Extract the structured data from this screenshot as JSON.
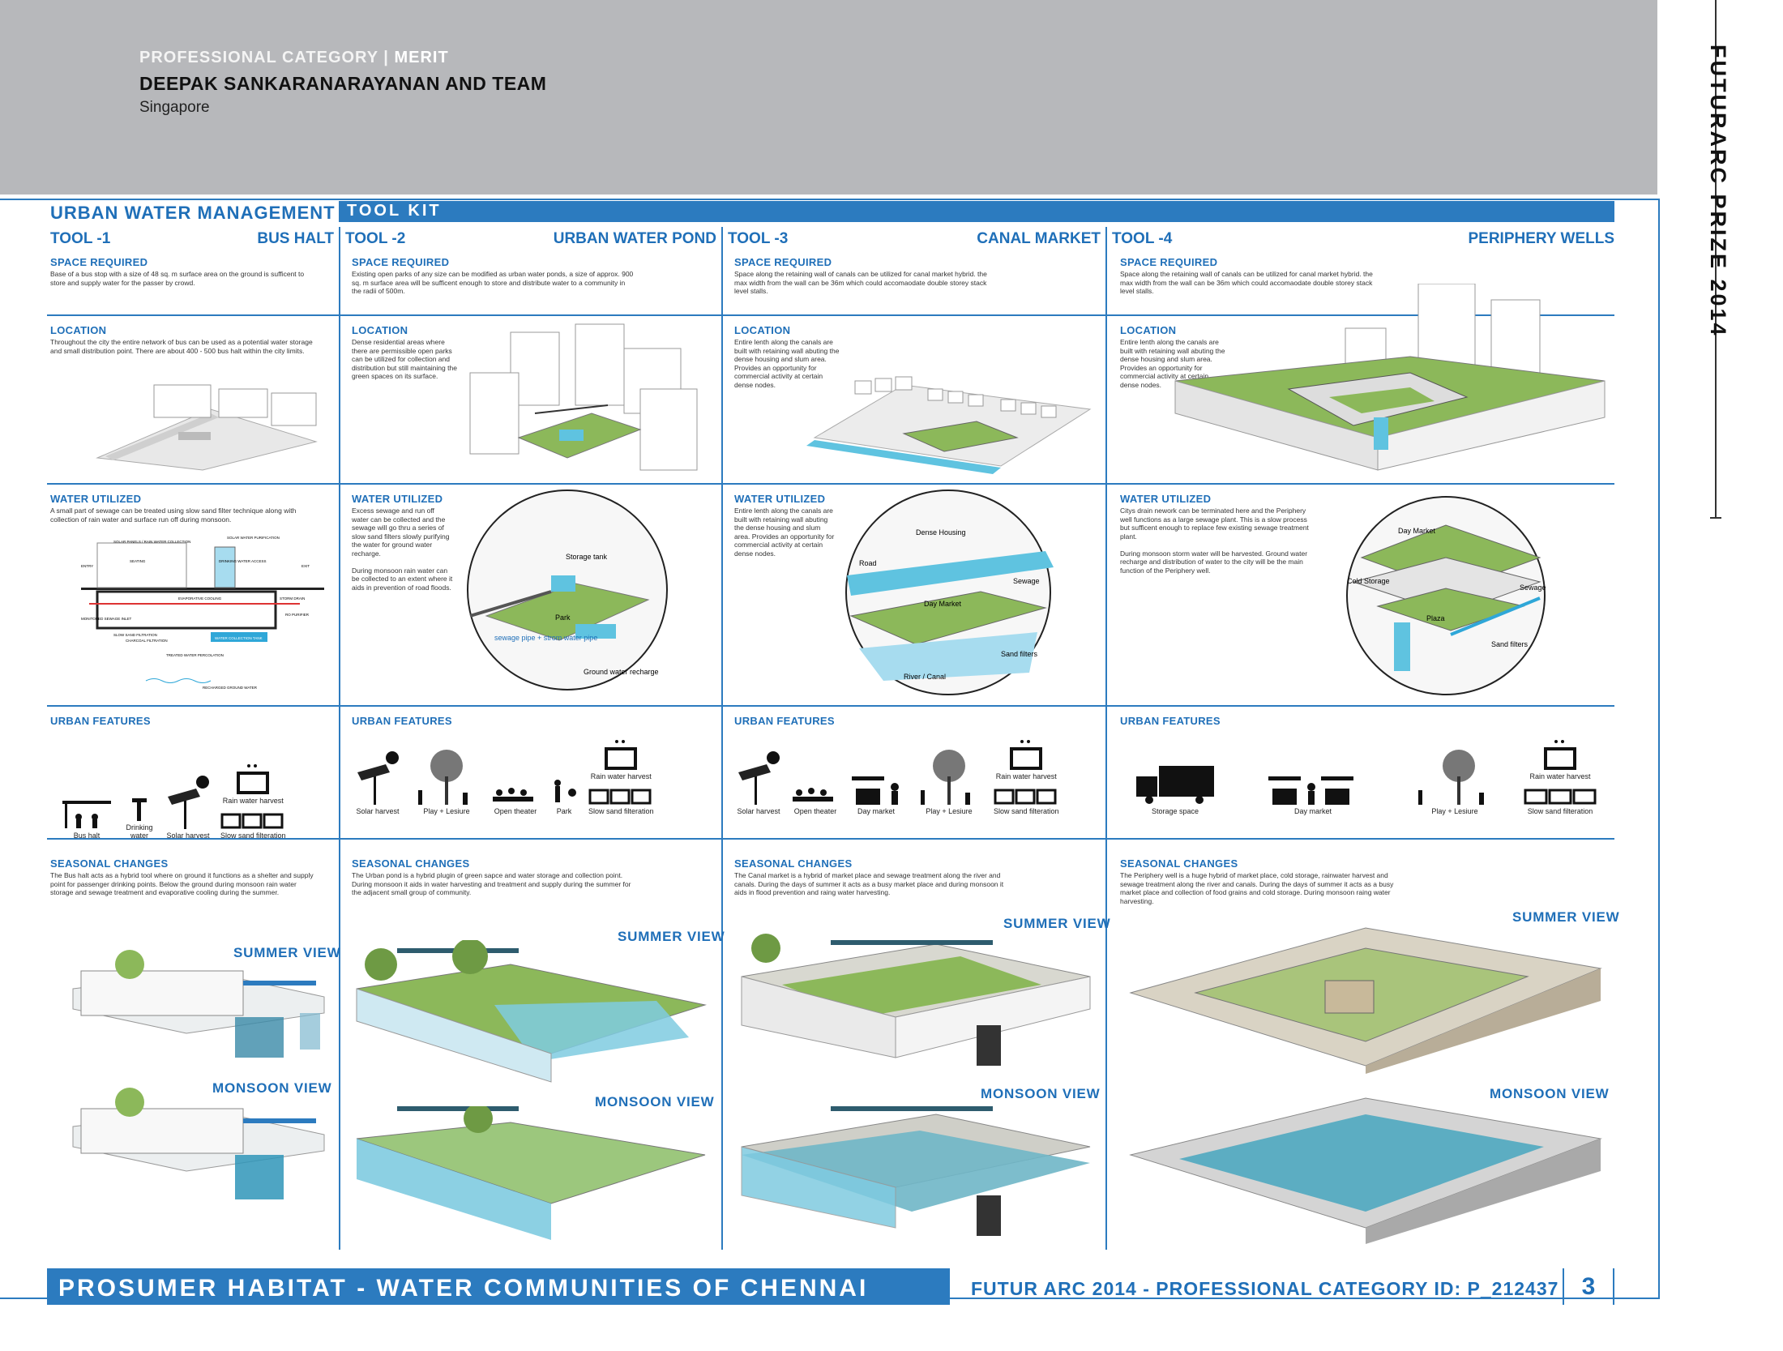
{
  "header": {
    "category": "PROFESSIONAL CATEGORY | ",
    "award": "MERIT",
    "team": "DEEPAK SANKARANARAYANAN AND TEAM",
    "location": "Singapore"
  },
  "side_title": "FUTURARC PRIZE 2014",
  "panel": {
    "title": "URBAN WATER MANAGEMENT",
    "toolkit": "TOOL KIT"
  },
  "section_headings": {
    "space": "SPACE REQUIRED",
    "location": "LOCATION",
    "water": "WATER UTILIZED",
    "features": "URBAN FEATURES",
    "seasonal": "SEASONAL CHANGES",
    "summer": "SUMMER VIEW",
    "monsoon": "MONSOON VIEW"
  },
  "tools": [
    {
      "number": "TOOL -1",
      "name": "BUS HALT",
      "space": "Base of a bus stop with a size of 48 sq. m surface area on the ground is sufficent to store and supply water for the passer by crowd.",
      "location": "Throughout the city the entire network of bus can be used as a potential water storage and small distribution point. There are about 400 - 500 bus halt within the city limits.",
      "water": "A small part of sewage can be treated using slow sand filter technique along with collection of rain water and surface run off during monsoon.",
      "diagram_labels": [
        "SOLAR WATER PURIFICATION",
        "SOLAR PANELS / RAIN WATER COLLECTION",
        "DRINKING WATER ACCESS",
        "SEATING",
        "ENTRY",
        "EXIT",
        "EVAPORATIVE COOLING",
        "STORM DRAIN",
        "RO PURIFIER",
        "MONITORED SEWAGE INLET",
        "SLOW SAND FILTRATION",
        "CHARCOAL FILTRATION",
        "WATER COLLECTION TANK",
        "TREATED WATER PERCOLATION",
        "RECHARGED GROUND WATER"
      ],
      "features": [
        "Bus halt",
        "Drinking water",
        "Solar harvest",
        "Slow sand filteration",
        "Rain water harvest"
      ],
      "seasonal": "The Bus halt acts as a hybrid tool where on ground it functions as a shelter and supply point for passenger drinking points. Below the ground during monsoon rain water storage and sewage treatment and evaporative cooling during the summer."
    },
    {
      "number": "TOOL -2",
      "name": "URBAN WATER POND",
      "space": "Existing open parks of any size can be modified as urban water ponds, a size of approx. 900 sq. m surface area will be sufficent enough to store and distribute water to a community in the radii of 500m.",
      "location": "Dense residential areas where there are permissible open parks can be utilized for collection and distribution but still maintaining the green spaces on its surface.",
      "water": "Excess sewage and run off water can be collected and the sewage will go thru a series of slow sand filters slowly purifying the water for ground water recharge.\n\nDuring monsoon rain water can be collected to an extent where it aids in prevention of road floods.",
      "diagram_labels": [
        "Storage tank",
        "Park",
        "sewage pipe + strom water pipe",
        "Ground water recharge"
      ],
      "features": [
        "Solar harvest",
        "Play + Lesiure",
        "Open theater",
        "Park",
        "Slow sand filteration",
        "Rain water harvest"
      ],
      "seasonal": "The Urban pond is a hybrid plugin of green sapce and water storage and collection point. During monsoon it aids in water harvesting and treatment and supply during the summer for the adjacent small group of community."
    },
    {
      "number": "TOOL -3",
      "name": "CANAL MARKET",
      "space": "Space along the retaining wall of canals can be utilized for canal market hybrid. the max width from the wall can be 36m which could accomaodate double storey stack level stalls.",
      "location": "Entire lenth along the canals are built with retaining wall abuting the dense housing and slum area. Provides an opportunity for commercial activity at certain dense nodes.",
      "water": "Entire lenth along the canals are built with retaining wall abuting the dense housing and slum area. Provides an opportunity for commercial activity at certain dense nodes.",
      "diagram_labels": [
        "Dense Housing",
        "Road",
        "Sewage",
        "Day Market",
        "Sand filters",
        "River / Canal"
      ],
      "features": [
        "Solar harvest",
        "Open theater",
        "Day market",
        "Play + Lesiure",
        "Slow sand filteration",
        "Rain water harvest"
      ],
      "seasonal": "The Canal market is a hybrid of market place and sewage treatment along the river and canals. During the days of summer it acts as a busy market place and during monsoon it aids in flood prevention and raing water harvesting."
    },
    {
      "number": "TOOL -4",
      "name": "PERIPHERY WELLS",
      "space": "Space along the retaining wall of canals can be utilized for canal market hybrid. the max width from the wall can be 36m which could accomaodate double storey stack level stalls.",
      "location": "Entire lenth along the canals are built with retaining wall abuting the dense housing and slum area. Provides an opportunity for commercial activity at certain dense nodes.",
      "water": "Citys drain nework can be terminated here and the Periphery well functions as a large sewage plant. This is a slow process but sufficent enough to replace few existing sewage treatment plant.\n\nDuring monsoon storm water will be harvested. Ground water recharge and distribution of water to the city will be the main function of the Periphery well.",
      "diagram_labels": [
        "Day Market",
        "Cold Storage",
        "Sewage",
        "Plaza",
        "Sand filters"
      ],
      "features": [
        "Storage space",
        "Day market",
        "Play + Lesiure",
        "Slow sand filteration",
        "Rain water harvest"
      ],
      "seasonal": "The Periphery well is a huge hybrid of market place, cold storage, rainwater harvest and sewage treatment along the river and canals. During the days of summer it acts as a busy market place and collection of food grains and cold storage. During monsoon raing water harvesting."
    }
  ],
  "footer": {
    "title": "PROSUMER HABITAT - WATER COMMUNITIES OF CHENNAI",
    "id": "FUTUR ARC 2014 - PROFESSIONAL CATEGORY ID:  P_212437",
    "page": "3"
  },
  "colors": {
    "accent": "#2c7bbf",
    "header_band": "#b7b8bb",
    "green": "#8cb85a",
    "water": "#5fc3e0"
  }
}
